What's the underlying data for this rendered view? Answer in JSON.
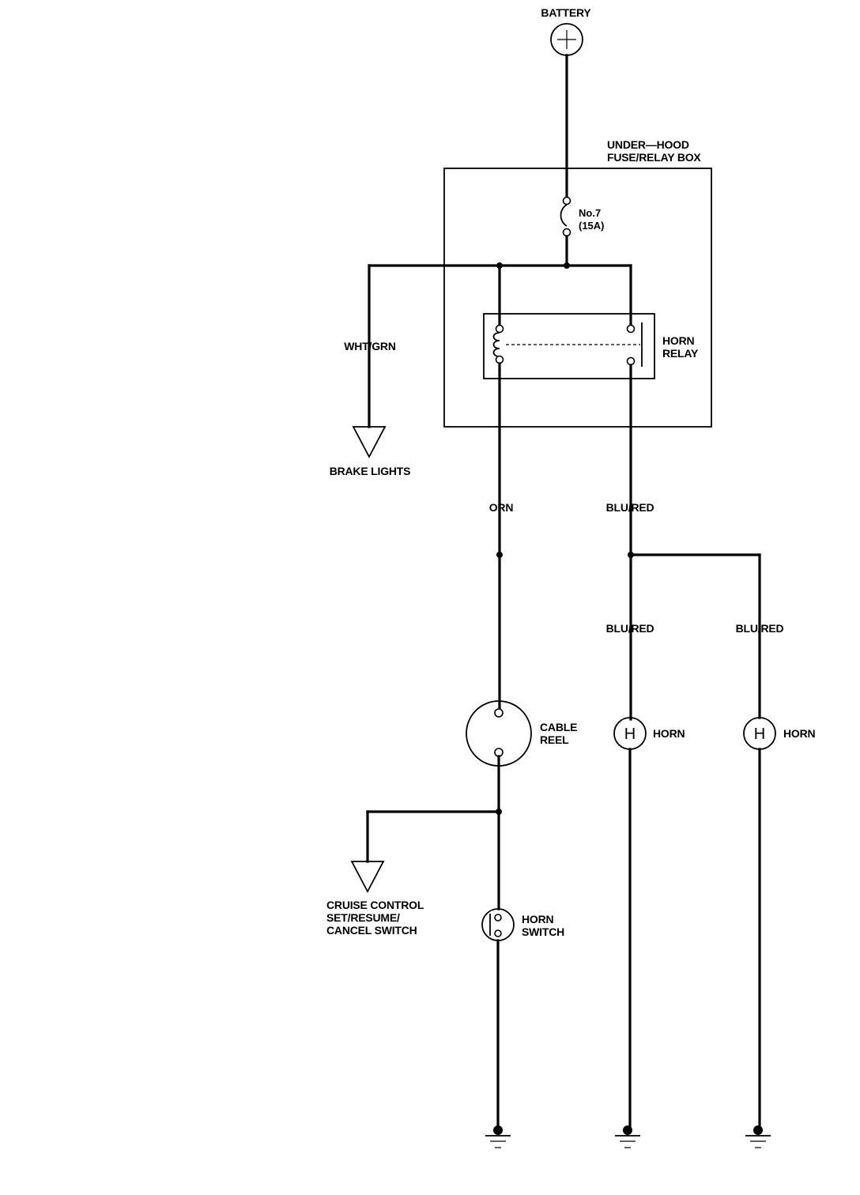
{
  "labels": {
    "battery": "BATTERY",
    "fuse_box_line1": "UNDER—HOOD",
    "fuse_box_line2": "FUSE/RELAY BOX",
    "fuse_line1": "No.7",
    "fuse_line2": "(15A)",
    "relay_line1": "HORN",
    "relay_line2": "RELAY",
    "wire_brake": "WHT/GRN",
    "brake_lights": "BRAKE LIGHTS",
    "wire_orn": "ORN",
    "wire_blu_red_main": "BLU/RED",
    "wire_blu_red_horn1": "BLU/RED",
    "wire_blu_red_horn2": "BLU/RED",
    "cable_reel_line1": "CABLE",
    "cable_reel_line2": "REEL",
    "horn1": "HORN",
    "horn2": "HORN",
    "horn_symbol1": "H",
    "horn_symbol2": "H",
    "cruise_line1": "CRUISE CONTROL",
    "cruise_line2": "SET/RESUME/",
    "cruise_line3": "CANCEL SWITCH",
    "horn_switch_line1": "HORN",
    "horn_switch_line2": "SWITCH"
  }
}
